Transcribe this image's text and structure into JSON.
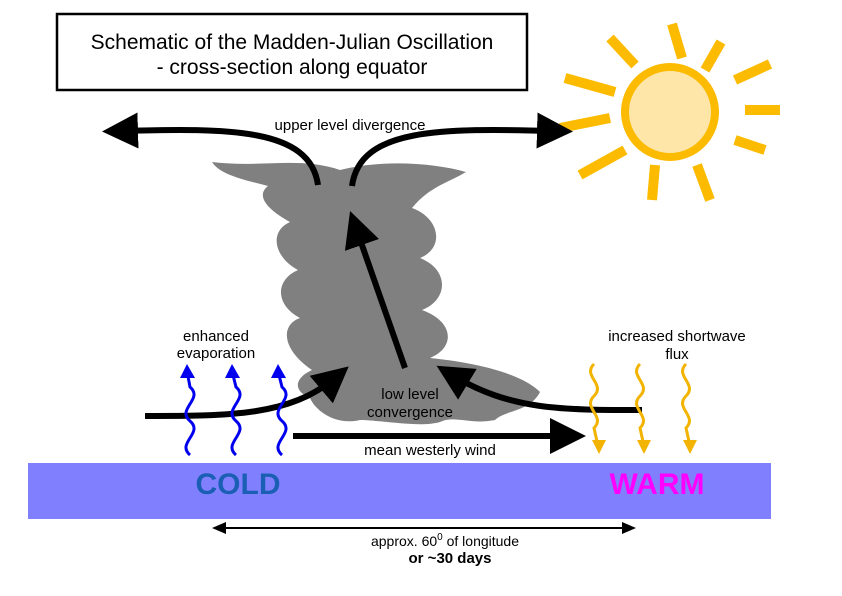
{
  "title": {
    "line1": "Schematic of the Madden-Julian Oscillation",
    "line2": "- cross-section along equator"
  },
  "labels": {
    "upper_divergence": "upper level divergence",
    "enhanced_evap_1": "enhanced",
    "enhanced_evap_2": "evaporation",
    "low_conv_1": "low level",
    "low_conv_2": "convergence",
    "shortwave_1": "increased shortwave",
    "shortwave_2": "flux",
    "westerly": "mean westerly wind",
    "cold": "COLD",
    "warm": "WARM",
    "distance_prefix": "approx. 60",
    "distance_sup": "0",
    "distance_suffix": " of longitude",
    "duration": "or ~30 days"
  },
  "colors": {
    "ocean": "#8080ff",
    "cloud": "#808080",
    "cold_text": "#1a5fb4",
    "warm_text": "#ff00ff",
    "evap_arrows": "#0000ee",
    "sun": "#fdbb00",
    "sun_fill": "#fde6a8",
    "shortwave_arrows": "#f2b400"
  },
  "icons": {
    "sun": "sun-icon",
    "cloud": "convective-cloud-icon"
  }
}
